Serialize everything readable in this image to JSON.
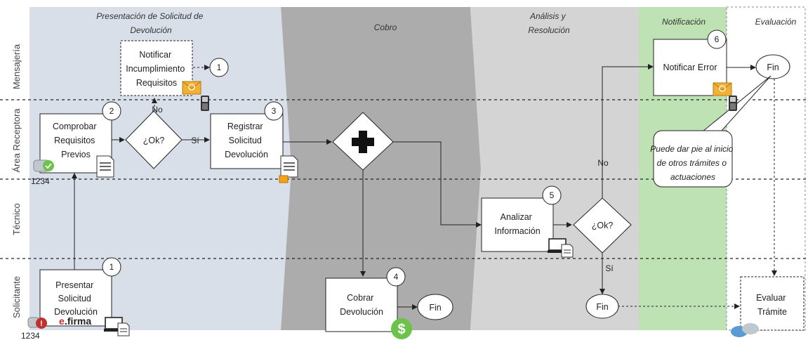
{
  "phases": {
    "presentacion": "Presentación de Solicitud de Devolución",
    "cobro": "Cobro",
    "analisis": "Análisis y Resolución",
    "notificacion": "Notificación",
    "evaluacion": "Evaluación"
  },
  "lanes": {
    "mensajeria": "Mensajería",
    "area_receptora": "Área Receptora",
    "tecnico": "Técnico",
    "solicitante": "Solicitante"
  },
  "tasks": {
    "notificar_incumplimiento": "Notificar Incumplimiento Requisitos",
    "comprobar_requisitos": "Comprobar Requisitos Previos",
    "registrar_solicitud": "Registrar Solicitud Devolución",
    "presentar_solicitud": "Presentar Solicitud Devolución",
    "cobrar_devolucion": "Cobrar Devolución",
    "analizar_informacion": "Analizar Información",
    "notificar_error": "Notificar Error",
    "evaluar_tramite": "Evaluar Trámite"
  },
  "numbers": {
    "n1_msg": "1",
    "n2": "2",
    "n3": "3",
    "n1_sol": "1",
    "n4": "4",
    "n5": "5",
    "n6": "6"
  },
  "gateways": {
    "ok1": "¿Ok?",
    "ok2": "¿Ok?",
    "no1": "No",
    "si1": "Sí",
    "no2": "No",
    "si2": "Sí"
  },
  "events": {
    "fin_cobro": "Fin",
    "fin_analisis": "Fin",
    "fin_notificacion": "Fin"
  },
  "annotation": "Puede dar pie al inicio de otros trámites o actuaciones",
  "icon_labels": {
    "counter1": "1234",
    "counter2": "1234",
    "efirma_e": "e",
    "efirma_rest": ".firma"
  },
  "colors": {
    "phase1": "#d9dfe9",
    "phase2": "#acacac",
    "phase3": "#d4d4d4",
    "phase4": "#bfe2b5",
    "mail": "#f2b134",
    "money": "#6cc24a",
    "error": "#c0322c"
  }
}
